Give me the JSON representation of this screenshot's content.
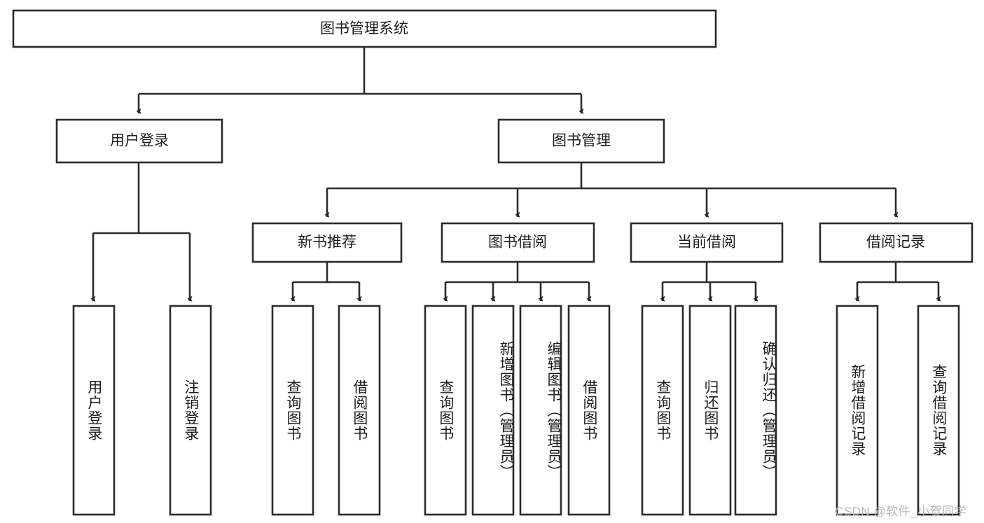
{
  "diagram": {
    "type": "tree",
    "title": "图书管理系统",
    "orientation": "top-down",
    "colors": {
      "box_stroke": "#2b2b2b",
      "box_fill": "#ffffff",
      "text": "#1d1d1d",
      "background": "#ffffff",
      "watermark": "#b6b6b6"
    },
    "levels": [
      {
        "level": 1,
        "nodes": [
          {
            "id": "root",
            "label": "图书管理系统",
            "orientation": "horizontal"
          }
        ]
      },
      {
        "level": 2,
        "nodes": [
          {
            "id": "login",
            "label": "用户登录",
            "orientation": "horizontal",
            "parent": "root"
          },
          {
            "id": "bookmgmt",
            "label": "图书管理",
            "orientation": "horizontal",
            "parent": "root"
          }
        ]
      },
      {
        "level": 3,
        "nodes": [
          {
            "id": "newbook",
            "label": "新书推荐",
            "orientation": "horizontal",
            "parent": "bookmgmt"
          },
          {
            "id": "borrow",
            "label": "图书借阅",
            "orientation": "horizontal",
            "parent": "bookmgmt"
          },
          {
            "id": "current",
            "label": "当前借阅",
            "orientation": "horizontal",
            "parent": "bookmgmt"
          },
          {
            "id": "records",
            "label": "借阅记录",
            "orientation": "horizontal",
            "parent": "bookmgmt"
          }
        ]
      },
      {
        "level": 4,
        "nodes": [
          {
            "id": "leaf-user-login",
            "label": "用户登录",
            "orientation": "vertical",
            "parent": "login"
          },
          {
            "id": "leaf-logout",
            "label": "注销登录",
            "orientation": "vertical",
            "parent": "login"
          },
          {
            "id": "leaf-query-book-1",
            "label": "查询图书",
            "orientation": "vertical",
            "parent": "newbook"
          },
          {
            "id": "leaf-borrow-book-1",
            "label": "借阅图书",
            "orientation": "vertical",
            "parent": "newbook"
          },
          {
            "id": "leaf-query-book-2",
            "label": "查询图书",
            "orientation": "vertical",
            "parent": "borrow"
          },
          {
            "id": "leaf-add-book",
            "label": "新增图书（管理员）",
            "orientation": "vertical",
            "parent": "borrow"
          },
          {
            "id": "leaf-edit-book",
            "label": "编辑图书（管理员）",
            "orientation": "vertical",
            "parent": "borrow"
          },
          {
            "id": "leaf-borrow-book-2",
            "label": "借阅图书",
            "orientation": "vertical",
            "parent": "borrow"
          },
          {
            "id": "leaf-query-book-3",
            "label": "查询图书",
            "orientation": "vertical",
            "parent": "current"
          },
          {
            "id": "leaf-return-book",
            "label": "归还图书",
            "orientation": "vertical",
            "parent": "current"
          },
          {
            "id": "leaf-confirm-return",
            "label": "确认归还（管理员）",
            "orientation": "vertical",
            "parent": "current"
          },
          {
            "id": "leaf-add-record",
            "label": "新增借阅记录",
            "orientation": "vertical",
            "parent": "records"
          },
          {
            "id": "leaf-query-record",
            "label": "查询借阅记录",
            "orientation": "vertical",
            "parent": "records"
          }
        ]
      }
    ]
  },
  "watermark": {
    "text": "CSDN @软件_小贺同学"
  }
}
